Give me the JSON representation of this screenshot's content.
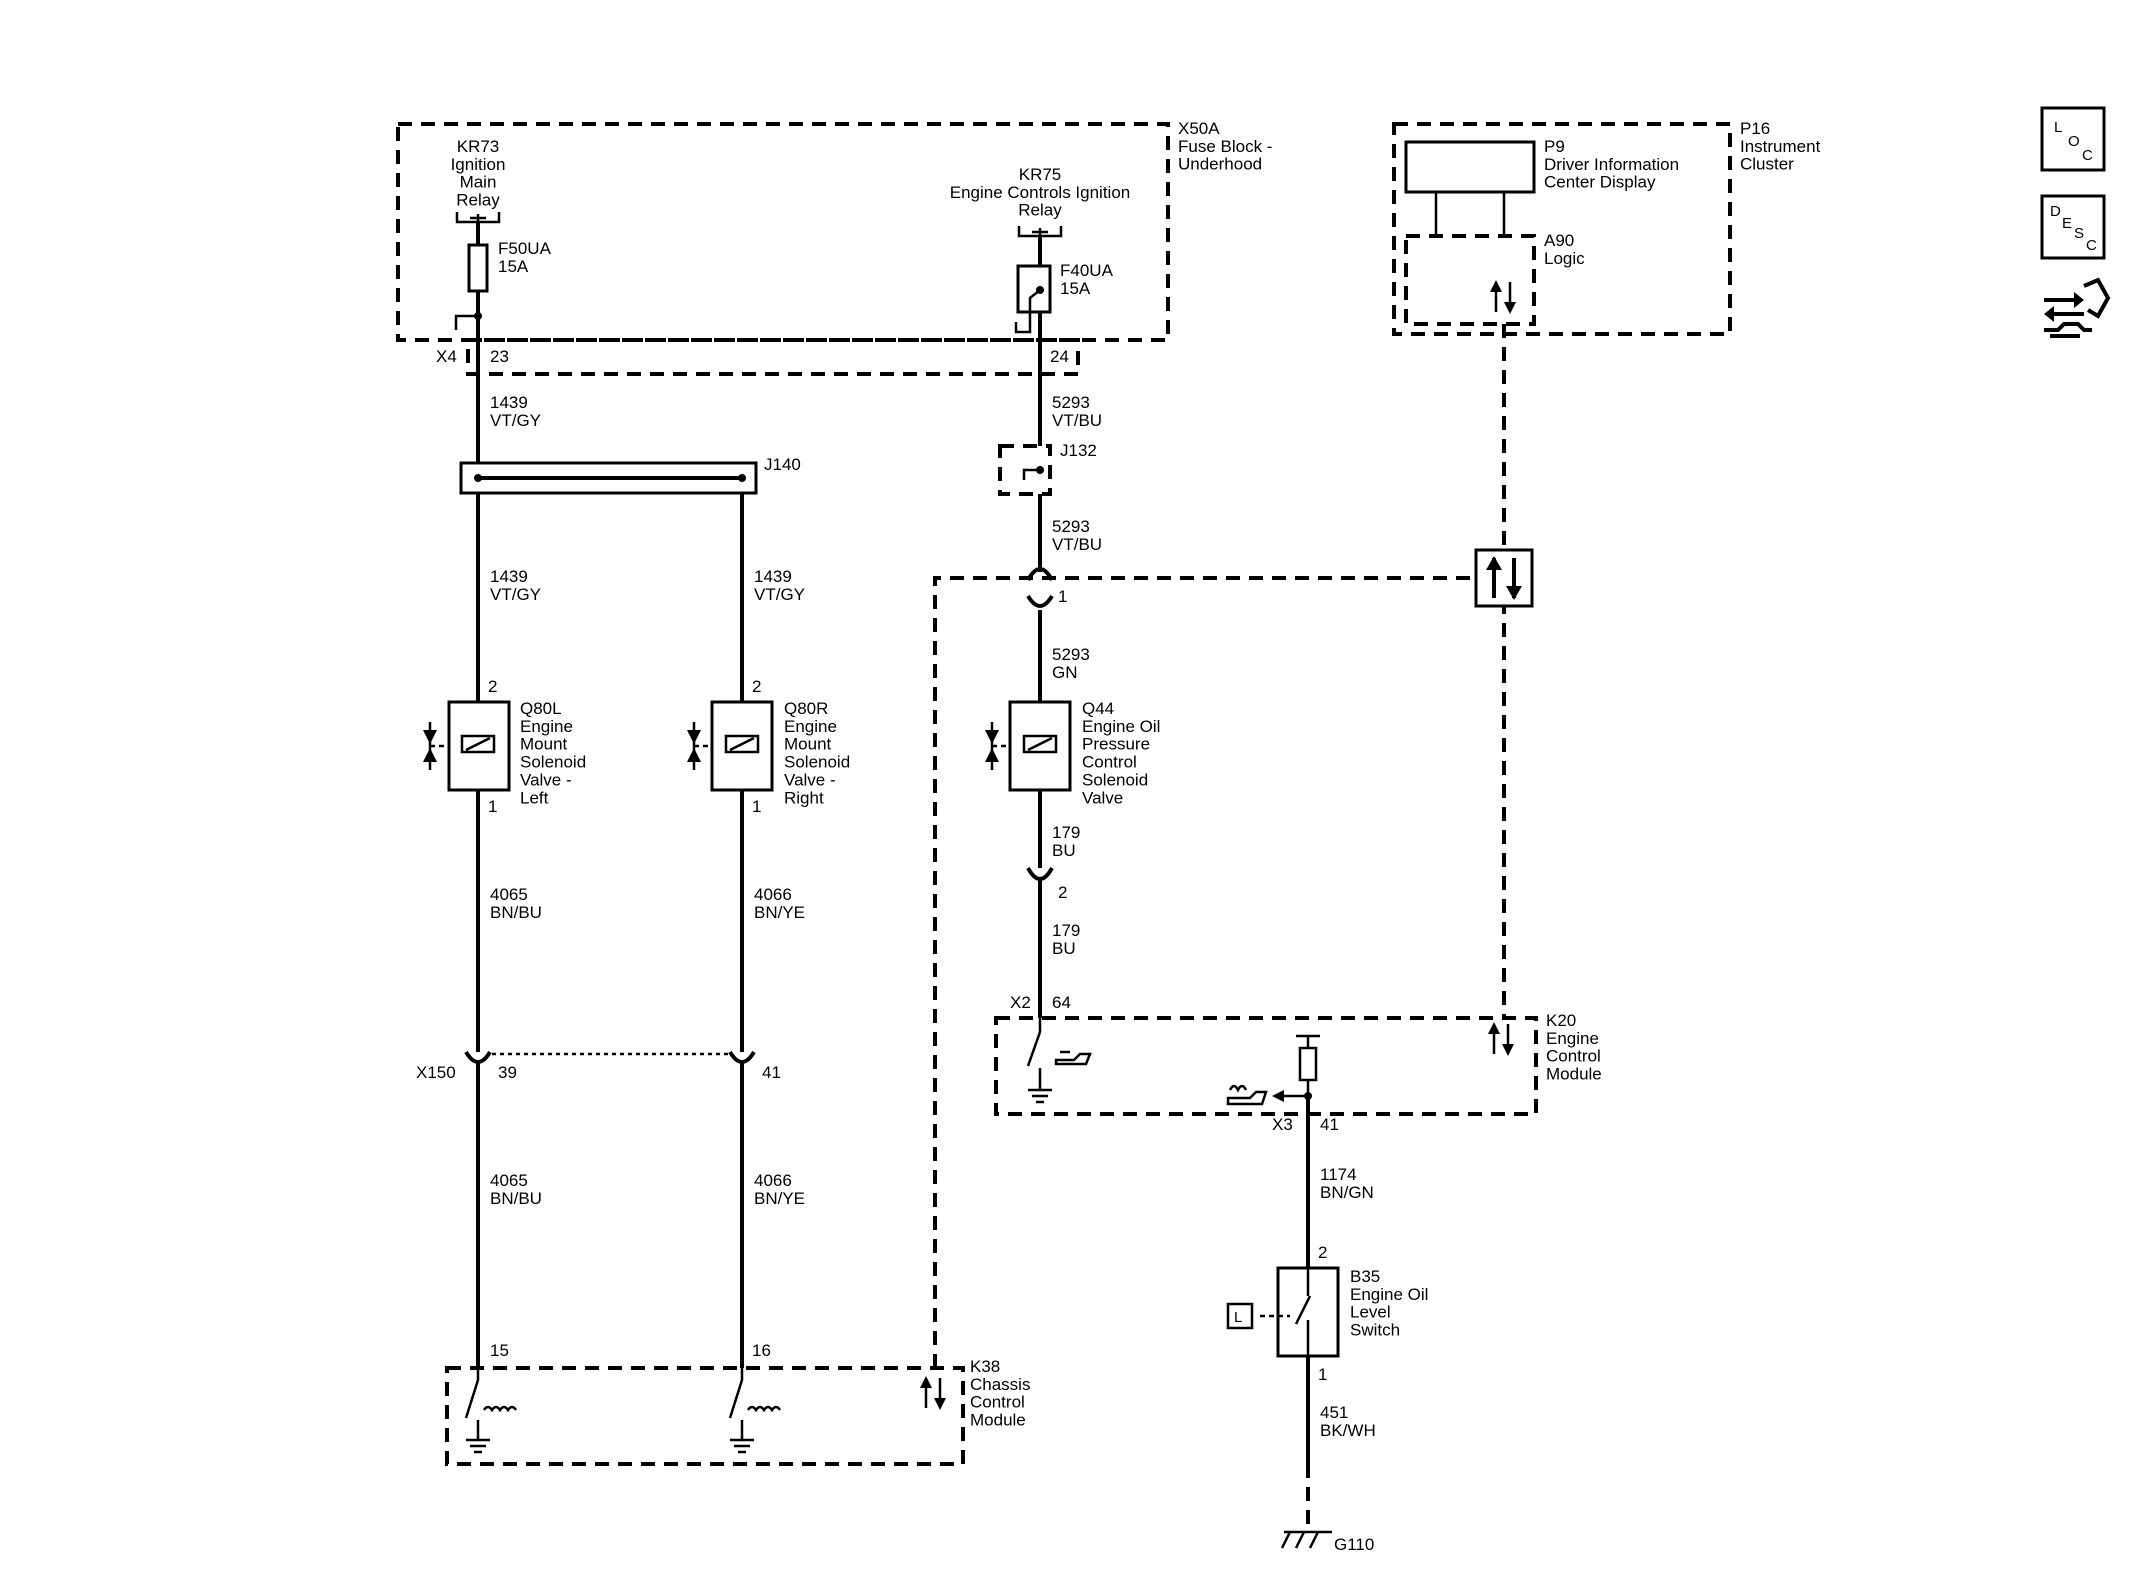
{
  "components": {
    "x50a": "X50A\nFuse Block -\nUnderhood",
    "kr73": "KR73\nIgnition\nMain\nRelay",
    "kr75": "KR75\nEngine Controls Ignition\nRelay",
    "f50ua": "F50UA\n15A",
    "f40ua": "F40UA\n15A",
    "p16": "P16\nInstrument\nCluster",
    "p9": "P9\nDriver Information\nCenter Display",
    "a90": "A90\nLogic",
    "j140": "J140",
    "j132": "J132",
    "q80l": "Q80L\nEngine\nMount\nSolenoid\nValve -\nLeft",
    "q80r": "Q80R\nEngine\nMount\nSolenoid\nValve -\nRight",
    "q44": "Q44\nEngine Oil\nPressure\nControl\nSolenoid\nValve",
    "k20": "K20\nEngine\nControl\nModule",
    "k38": "K38\nChassis\nControl\nModule",
    "b35": "B35\nEngine Oil\nLevel\nSwitch",
    "g110": "G110"
  },
  "connectors": {
    "x4": "X4",
    "x150": "X150",
    "x2": "X2",
    "x3": "X3"
  },
  "pins": {
    "x4_23": "23",
    "x4_24": "24",
    "q80l_2": "2",
    "q80l_1": "1",
    "q80r_2": "2",
    "q80r_1": "1",
    "q44_1": "1",
    "q44_2": "2",
    "x150_39": "39",
    "x150_41": "41",
    "x2_64": "64",
    "x3_41": "41",
    "k38_15": "15",
    "k38_16": "16",
    "b35_2": "2",
    "b35_1": "1"
  },
  "wires": {
    "w1439_a": "1439\nVT/GY",
    "w1439_b": "1439\nVT/GY",
    "w1439_c": "1439\nVT/GY",
    "w5293_a": "5293\nVT/BU",
    "w5293_b": "5293\nVT/BU",
    "w5293_c": "5293\nGN",
    "w4065_a": "4065\nBN/BU",
    "w4066_a": "4066\nBN/YE",
    "w4065_b": "4065\nBN/BU",
    "w4066_b": "4066\nBN/YE",
    "w179_a": "179\nBU",
    "w179_b": "179\nBU",
    "w1174": "1174\nBN/GN",
    "w451": "451\nBK/WH"
  },
  "side_icons": {
    "loc": [
      "L",
      "O",
      "C"
    ],
    "desc": [
      "D",
      "E",
      "S",
      "C"
    ],
    "nav_icon": "connector-navigation-icon"
  }
}
